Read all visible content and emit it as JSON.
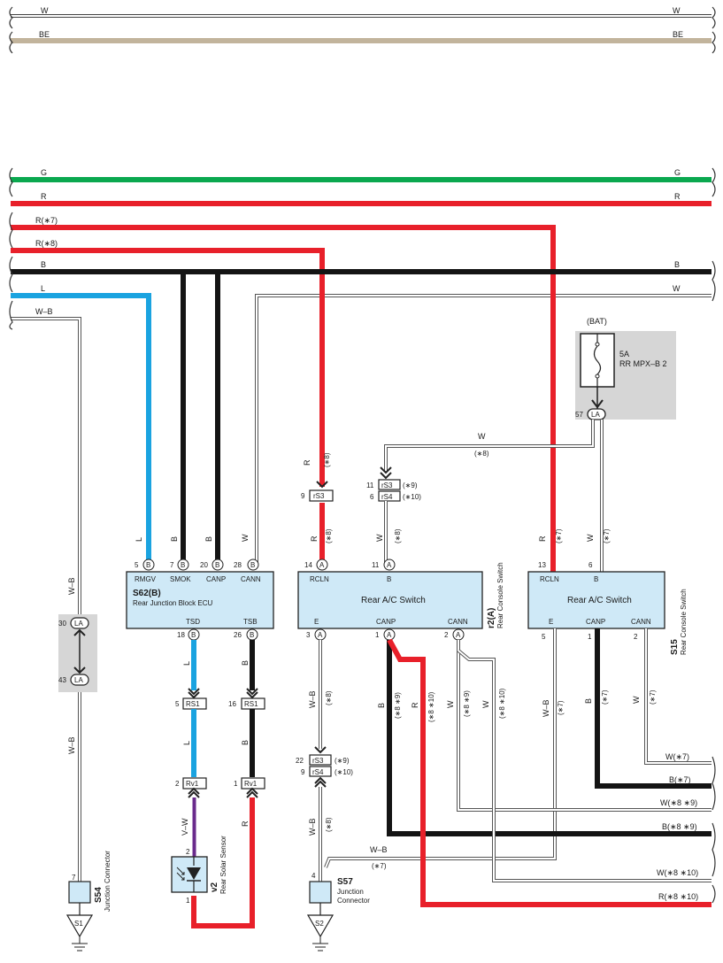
{
  "colors": {
    "W": "#ffffff",
    "BE": "#c2b49c",
    "G": "#0aa84f",
    "R": "#e8202a",
    "B": "#141414",
    "L": "#1aa3e0",
    "V": "#6a2b8c",
    "ecu_fill": "#cfe9f7",
    "shade": "#d6d6d6"
  },
  "wires": {
    "W": "W",
    "BE": "BE",
    "G": "G",
    "R": "R",
    "R7": "R(∗7)",
    "R8": "R(∗8)",
    "B": "B",
    "L": "L",
    "WB": "W–B",
    "VW": "V–W",
    "W_s7": "W(∗7)",
    "B_s7": "B(∗7)",
    "W_s89": "W(∗8 ∗9)",
    "B_s89": "B(∗8 ∗9)",
    "W_s810": "W(∗8 ∗10)",
    "R_s810": "R(∗8 ∗10)"
  },
  "notes": {
    "s7": "(∗7)",
    "s8": "(∗8)",
    "s9": "(∗9)",
    "s10": "(∗10)",
    "s89": "(∗8 ∗9)",
    "s810": "(∗8 ∗10)"
  },
  "components": {
    "s62": {
      "ref": "S62(B)",
      "name": "Rear Junction Block ECU",
      "pins_top": [
        {
          "num": "5",
          "name": "RMGV"
        },
        {
          "num": "7",
          "name": "SMOK"
        },
        {
          "num": "20",
          "name": "CANP"
        },
        {
          "num": "28",
          "name": "CANN"
        }
      ],
      "pins_bottom": [
        {
          "num": "18",
          "name": "TSD"
        },
        {
          "num": "26",
          "name": "TSB"
        }
      ],
      "conn": "B"
    },
    "r2": {
      "ref": "r2(A)",
      "name": "Rear A/C Switch",
      "side_label": "Rear Console Switch",
      "pins_top": [
        {
          "num": "14",
          "name": "RCLN"
        },
        {
          "num": "11",
          "name": "B"
        }
      ],
      "pins_bottom": [
        {
          "num": "3",
          "name": "E"
        },
        {
          "num": "1",
          "name": "CANP"
        },
        {
          "num": "2",
          "name": "CANN"
        }
      ],
      "conn": "A"
    },
    "s15": {
      "ref": "S15",
      "name": "Rear A/C Switch",
      "side_label": "Rear Console Switch",
      "pins_top": [
        {
          "num": "13",
          "name": "RCLN"
        },
        {
          "num": "6",
          "name": "B"
        }
      ],
      "pins_bottom": [
        {
          "num": "5",
          "name": "E"
        },
        {
          "num": "1",
          "name": "CANP"
        },
        {
          "num": "2",
          "name": "CANN"
        }
      ]
    },
    "fuse": {
      "supply": "(BAT)",
      "rating": "5A",
      "name": "RR MPX–B 2",
      "pin": "57",
      "conn": "LA"
    },
    "la_joint": {
      "pin_top": "30",
      "pin_bottom": "43",
      "conn": "LA"
    },
    "s54": {
      "ref": "S54",
      "name": "Junction Connector",
      "pin": "7",
      "ground": "S1"
    },
    "s57": {
      "ref": "S57",
      "name": "Junction Connector",
      "pin": "4",
      "ground": "S2"
    },
    "v2": {
      "ref": "v2",
      "name": "Rear Solar Sensor",
      "pin_top": "2",
      "pin_bottom": "1"
    },
    "rs3_r": {
      "pin": "9",
      "name": "rS3"
    },
    "rs3_w": {
      "pin": "11",
      "name": "rS3"
    },
    "rs4_w": {
      "pin": "6",
      "name": "rS4"
    },
    "rs3_e": {
      "pin": "22",
      "name": "rS3"
    },
    "rs4_e": {
      "pin": "9",
      "name": "rS4"
    },
    "rs1_l": {
      "pin": "5",
      "name": "RS1"
    },
    "rs1_b": {
      "pin": "16",
      "name": "RS1"
    },
    "rv1_l": {
      "pin": "2",
      "name": "Rv1"
    },
    "rv1_r": {
      "pin": "1",
      "name": "Rv1"
    }
  }
}
